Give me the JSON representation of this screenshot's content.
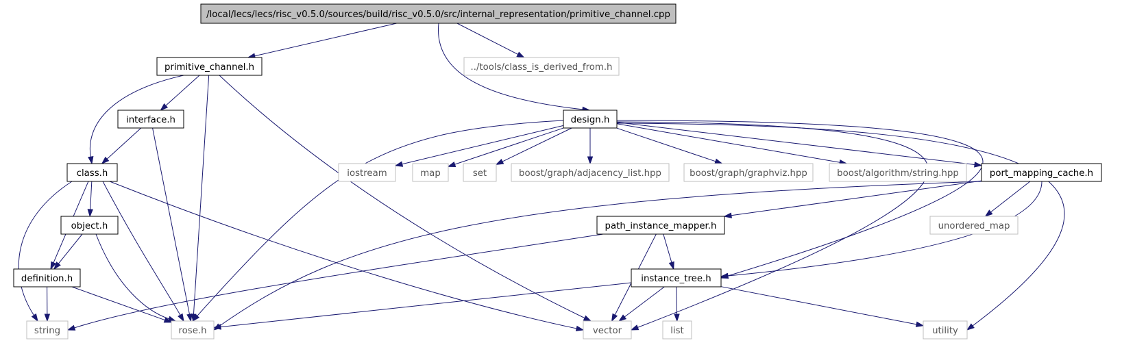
{
  "colors": {
    "edge": "#191970",
    "root_fill": "#bfbfbf",
    "local_border": "#000000",
    "external_border": "#bfbfbf",
    "background": "#ffffff"
  },
  "nodes": [
    {
      "id": "root",
      "label": "/local/lecs/lecs/risc_v0.5.0/sources/build/risc_v0.5.0/src/internal_representation/primitive_channel.cpp",
      "kind": "root"
    },
    {
      "id": "primitive_channel_h",
      "label": "primitive_channel.h",
      "kind": "local"
    },
    {
      "id": "class_is_derived_from_h",
      "label": "../tools/class_is_derived_from.h",
      "kind": "external"
    },
    {
      "id": "interface_h",
      "label": "interface.h",
      "kind": "local"
    },
    {
      "id": "design_h",
      "label": "design.h",
      "kind": "local"
    },
    {
      "id": "class_h",
      "label": "class.h",
      "kind": "local"
    },
    {
      "id": "iostream",
      "label": "iostream",
      "kind": "external"
    },
    {
      "id": "map",
      "label": "map",
      "kind": "external"
    },
    {
      "id": "set",
      "label": "set",
      "kind": "external"
    },
    {
      "id": "adjacency_list_hpp",
      "label": "boost/graph/adjacency_list.hpp",
      "kind": "external"
    },
    {
      "id": "graphviz_hpp",
      "label": "boost/graph/graphviz.hpp",
      "kind": "external"
    },
    {
      "id": "string_hpp",
      "label": "boost/algorithm/string.hpp",
      "kind": "external"
    },
    {
      "id": "port_mapping_cache_h",
      "label": "port_mapping_cache.h",
      "kind": "local"
    },
    {
      "id": "object_h",
      "label": "object.h",
      "kind": "local"
    },
    {
      "id": "path_instance_mapper_h",
      "label": "path_instance_mapper.h",
      "kind": "local"
    },
    {
      "id": "unordered_map",
      "label": "unordered_map",
      "kind": "external"
    },
    {
      "id": "definition_h",
      "label": "definition.h",
      "kind": "local"
    },
    {
      "id": "instance_tree_h",
      "label": "instance_tree.h",
      "kind": "local"
    },
    {
      "id": "string",
      "label": "string",
      "kind": "external"
    },
    {
      "id": "rose_h",
      "label": "rose.h",
      "kind": "external"
    },
    {
      "id": "vector",
      "label": "vector",
      "kind": "external"
    },
    {
      "id": "list",
      "label": "list",
      "kind": "external"
    },
    {
      "id": "utility",
      "label": "utility",
      "kind": "external"
    }
  ],
  "edges": [
    {
      "from": "root",
      "to": "primitive_channel_h"
    },
    {
      "from": "root",
      "to": "class_is_derived_from_h"
    },
    {
      "from": "root",
      "to": "design_h"
    },
    {
      "from": "primitive_channel_h",
      "to": "interface_h"
    },
    {
      "from": "primitive_channel_h",
      "to": "class_h"
    },
    {
      "from": "primitive_channel_h",
      "to": "rose_h"
    },
    {
      "from": "primitive_channel_h",
      "to": "vector"
    },
    {
      "from": "interface_h",
      "to": "class_h"
    },
    {
      "from": "interface_h",
      "to": "rose_h"
    },
    {
      "from": "class_h",
      "to": "object_h"
    },
    {
      "from": "class_h",
      "to": "definition_h"
    },
    {
      "from": "class_h",
      "to": "string"
    },
    {
      "from": "class_h",
      "to": "rose_h"
    },
    {
      "from": "class_h",
      "to": "vector"
    },
    {
      "from": "object_h",
      "to": "definition_h"
    },
    {
      "from": "object_h",
      "to": "rose_h"
    },
    {
      "from": "definition_h",
      "to": "string"
    },
    {
      "from": "definition_h",
      "to": "rose_h"
    },
    {
      "from": "design_h",
      "to": "iostream"
    },
    {
      "from": "design_h",
      "to": "map"
    },
    {
      "from": "design_h",
      "to": "set"
    },
    {
      "from": "design_h",
      "to": "adjacency_list_hpp"
    },
    {
      "from": "design_h",
      "to": "graphviz_hpp"
    },
    {
      "from": "design_h",
      "to": "string_hpp"
    },
    {
      "from": "design_h",
      "to": "port_mapping_cache_h"
    },
    {
      "from": "design_h",
      "to": "rose_h"
    },
    {
      "from": "design_h",
      "to": "instance_tree_h"
    },
    {
      "from": "design_h",
      "to": "vector"
    },
    {
      "from": "design_h",
      "to": "utility"
    },
    {
      "from": "port_mapping_cache_h",
      "to": "path_instance_mapper_h"
    },
    {
      "from": "port_mapping_cache_h",
      "to": "unordered_map"
    },
    {
      "from": "port_mapping_cache_h",
      "to": "instance_tree_h"
    },
    {
      "from": "port_mapping_cache_h",
      "to": "rose_h"
    },
    {
      "from": "path_instance_mapper_h",
      "to": "instance_tree_h"
    },
    {
      "from": "path_instance_mapper_h",
      "to": "vector"
    },
    {
      "from": "path_instance_mapper_h",
      "to": "string"
    },
    {
      "from": "instance_tree_h",
      "to": "rose_h"
    },
    {
      "from": "instance_tree_h",
      "to": "vector"
    },
    {
      "from": "instance_tree_h",
      "to": "list"
    },
    {
      "from": "instance_tree_h",
      "to": "utility"
    }
  ]
}
